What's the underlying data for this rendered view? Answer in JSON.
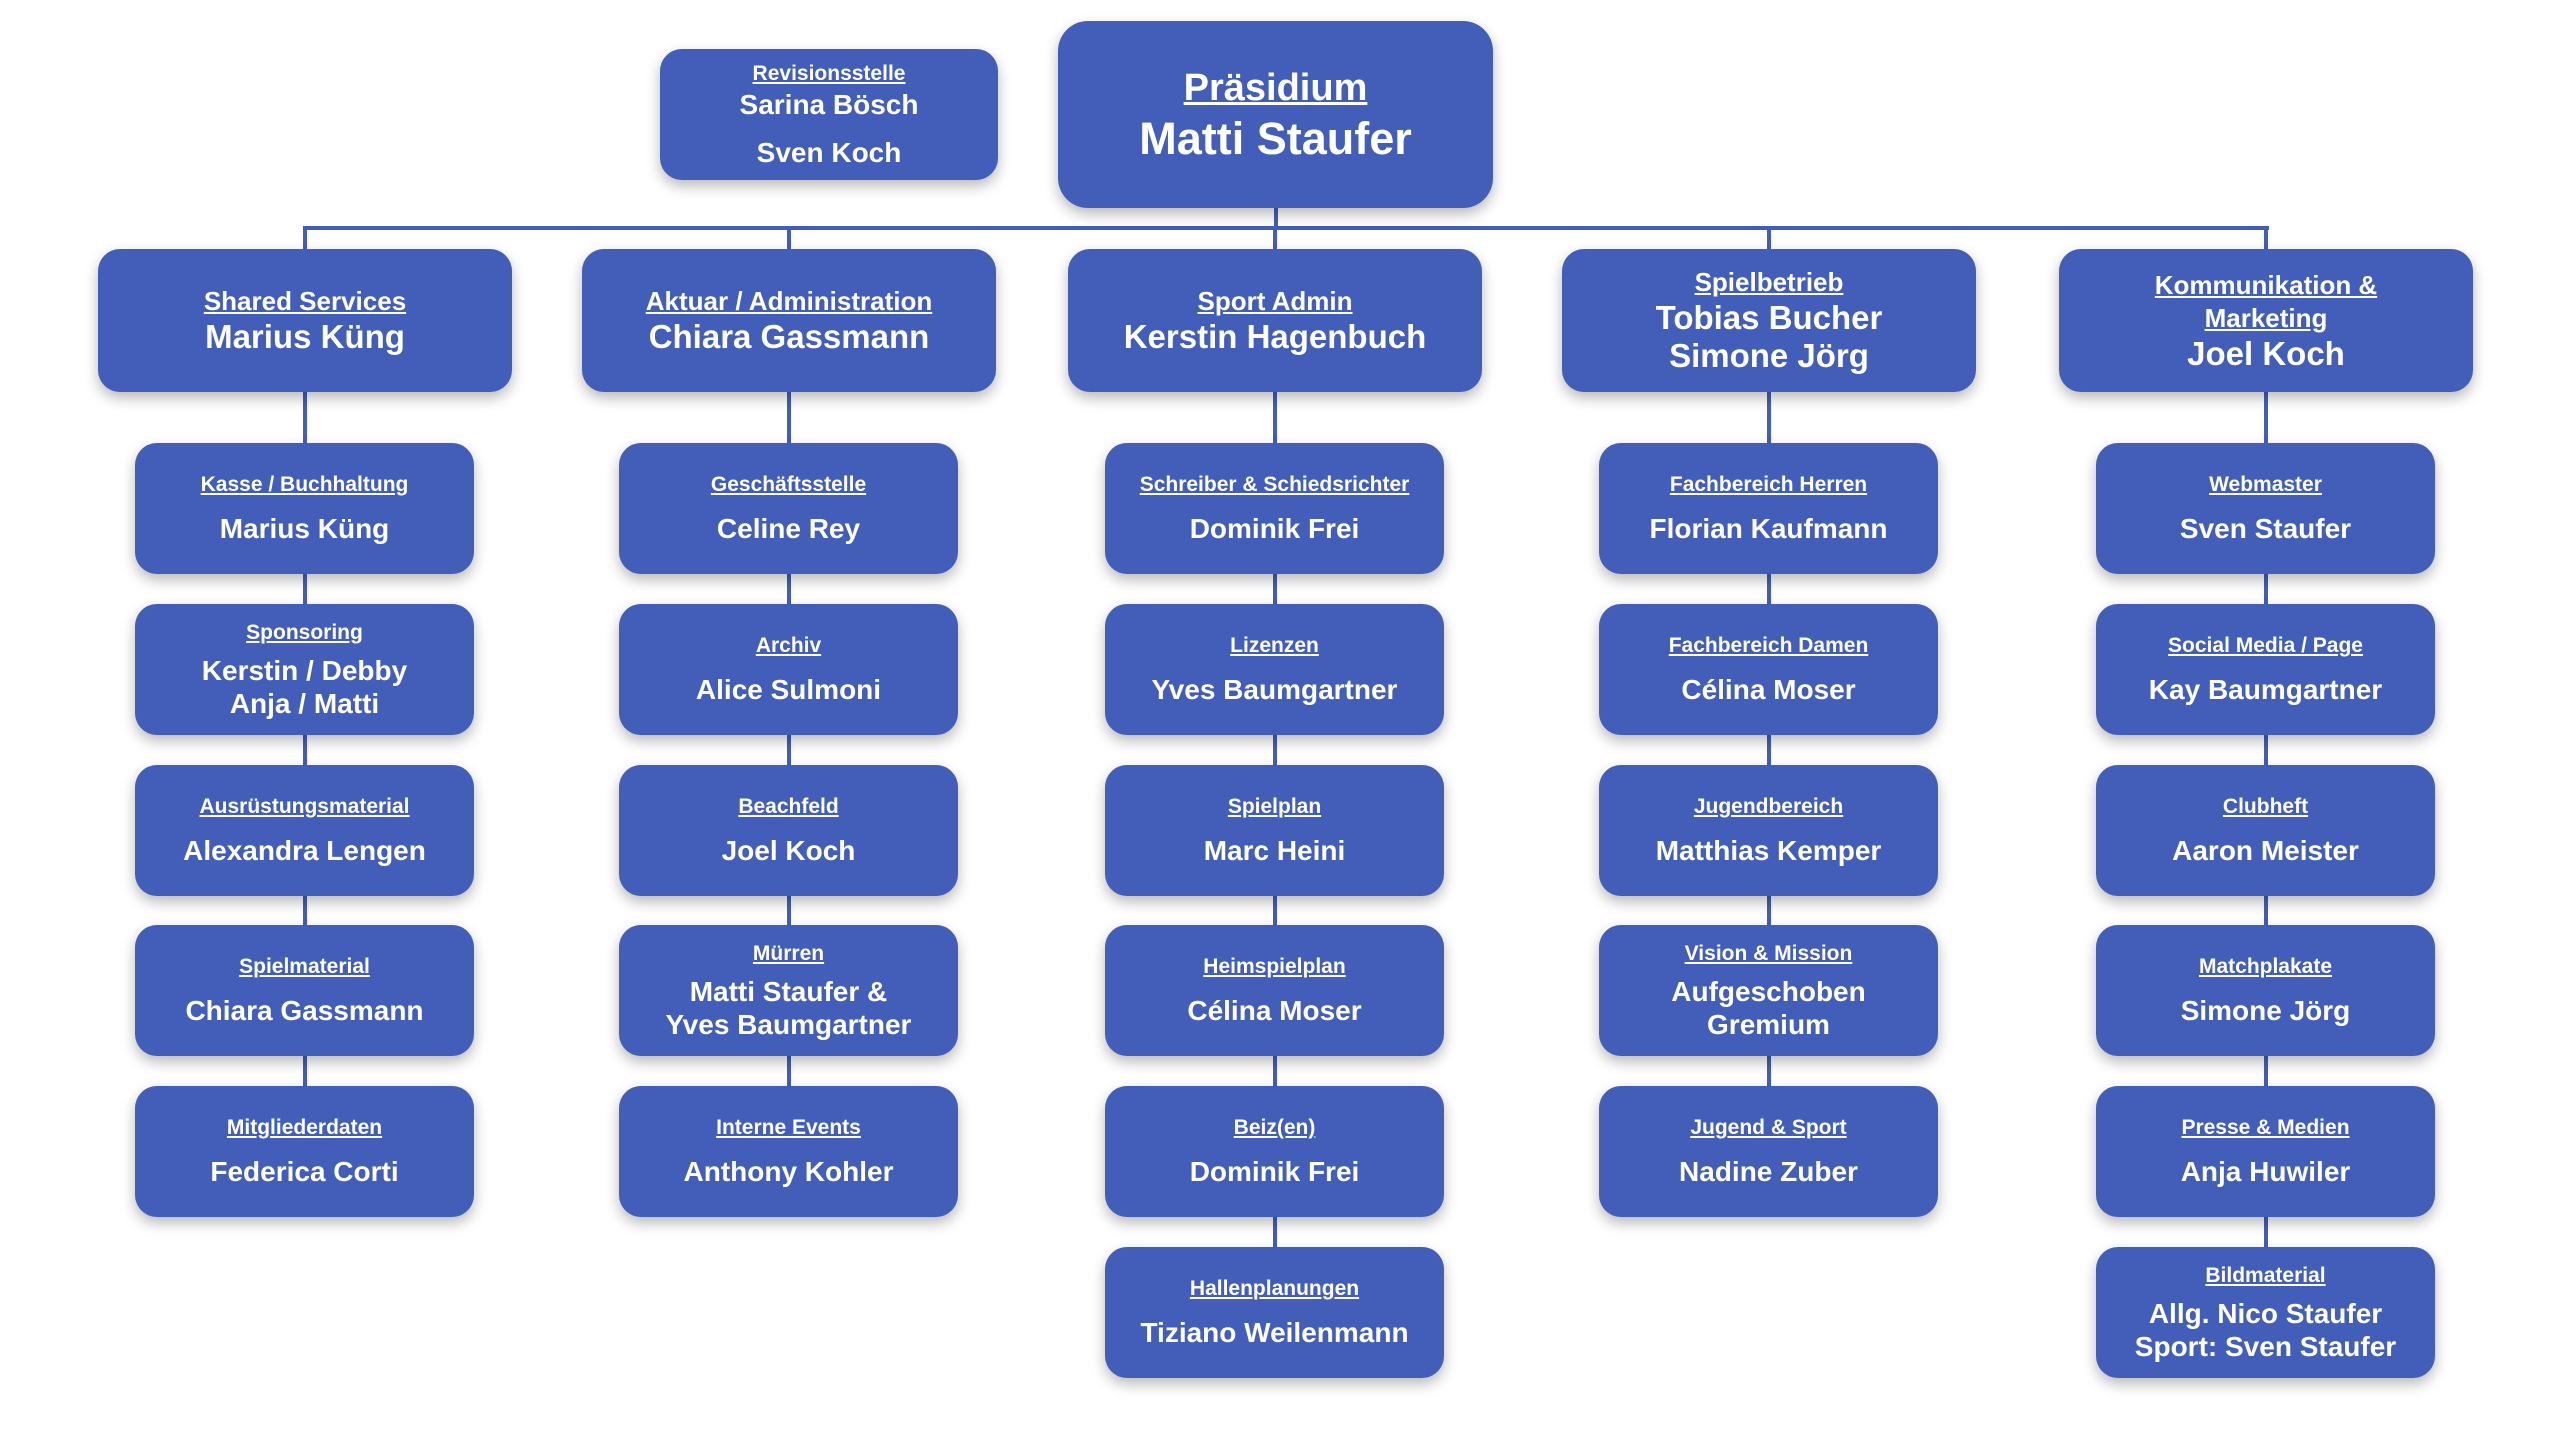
{
  "president": {
    "title": "Präsidium",
    "name": "Matti Staufer"
  },
  "audit": {
    "title": "Revisionsstelle",
    "names": [
      "Sarina Bösch",
      "Sven Koch"
    ]
  },
  "colors": {
    "box": "#425EB9",
    "text": "#FFFFFF"
  },
  "columns": [
    {
      "title": "Shared Services",
      "names": [
        "Marius Küng"
      ],
      "items": [
        {
          "title": "Kasse / Buchhaltung",
          "lines": [
            "Marius Küng"
          ]
        },
        {
          "title": "Sponsoring",
          "lines": [
            "Kerstin / Debby",
            "Anja /  Matti"
          ]
        },
        {
          "title": "Ausrüstungsmaterial",
          "lines": [
            "Alexandra Lengen"
          ]
        },
        {
          "title": "Spielmaterial",
          "lines": [
            "Chiara Gassmann"
          ]
        },
        {
          "title": "Mitgliederdaten",
          "lines": [
            "Federica Corti"
          ]
        }
      ]
    },
    {
      "title": "Aktuar / Administration",
      "names": [
        "Chiara Gassmann"
      ],
      "items": [
        {
          "title": "Geschäftsstelle",
          "lines": [
            "Celine Rey"
          ]
        },
        {
          "title": "Archiv",
          "lines": [
            "Alice Sulmoni"
          ]
        },
        {
          "title": "Beachfeld",
          "lines": [
            "Joel Koch"
          ]
        },
        {
          "title": "Mürren",
          "lines": [
            "Matti Staufer &",
            "Yves Baumgartner"
          ]
        },
        {
          "title": "Interne Events",
          "lines": [
            "Anthony Kohler"
          ]
        }
      ]
    },
    {
      "title": "Sport Admin",
      "names": [
        "Kerstin Hagenbuch"
      ],
      "items": [
        {
          "title": "Schreiber & Schiedsrichter",
          "lines": [
            "Dominik Frei"
          ]
        },
        {
          "title": "Lizenzen",
          "lines": [
            "Yves Baumgartner"
          ]
        },
        {
          "title": "Spielplan",
          "lines": [
            "Marc Heini"
          ]
        },
        {
          "title": "Heimspielplan",
          "lines": [
            "Célina Moser"
          ]
        },
        {
          "title": "Beiz(en)",
          "lines": [
            "Dominik Frei"
          ]
        },
        {
          "title": "Hallenplanungen",
          "lines": [
            "Tiziano Weilenmann"
          ]
        }
      ]
    },
    {
      "title": "Spielbetrieb",
      "names": [
        "Tobias Bucher",
        "Simone Jörg"
      ],
      "items": [
        {
          "title": "Fachbereich Herren",
          "lines": [
            "Florian Kaufmann"
          ]
        },
        {
          "title": "Fachbereich Damen",
          "lines": [
            "Célina Moser"
          ]
        },
        {
          "title": "Jugendbereich",
          "lines": [
            "Matthias Kemper"
          ]
        },
        {
          "title": "Vision & Mission",
          "lines": [
            "Aufgeschoben",
            "Gremium"
          ]
        },
        {
          "title": "Jugend & Sport",
          "lines": [
            "Nadine Zuber"
          ]
        }
      ]
    },
    {
      "title": "Kommunikation & Marketing",
      "names": [
        "Joel Koch"
      ],
      "items": [
        {
          "title": "Webmaster",
          "lines": [
            "Sven Staufer"
          ]
        },
        {
          "title": "Social Media / Page",
          "lines": [
            "Kay Baumgartner"
          ]
        },
        {
          "title": "Clubheft",
          "lines": [
            "Aaron Meister"
          ]
        },
        {
          "title": "Matchplakate",
          "lines": [
            "Simone Jörg"
          ]
        },
        {
          "title": "Presse & Medien",
          "lines": [
            "Anja Huwiler"
          ]
        },
        {
          "title": "Bildmaterial",
          "lines": [
            "Allg. Nico Staufer",
            "Sport: Sven Staufer"
          ]
        }
      ]
    }
  ]
}
